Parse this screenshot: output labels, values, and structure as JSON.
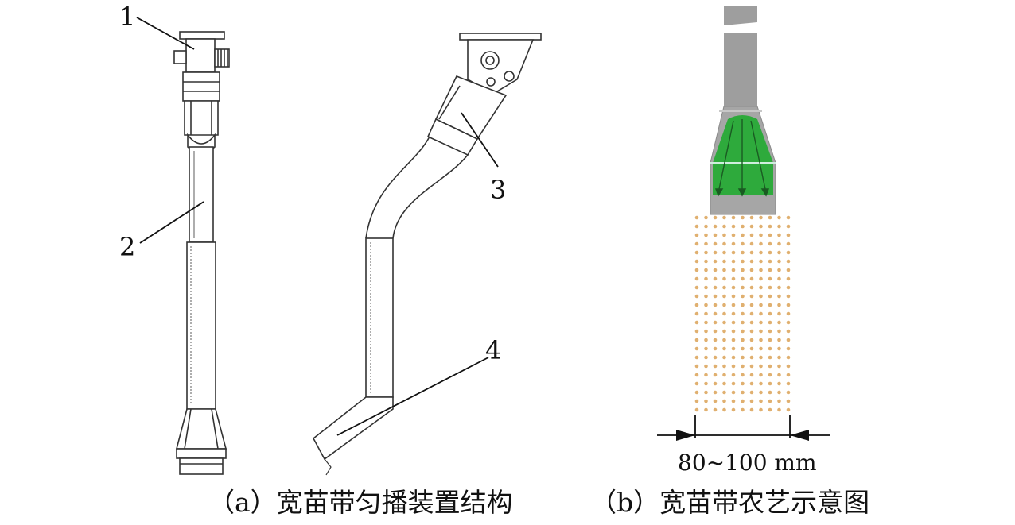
{
  "part_labels": [
    "1",
    "2",
    "3",
    "4"
  ],
  "dimension_label": "80~100 mm",
  "captions": {
    "a": "（a）宽苗带匀播装置结构",
    "b": "（b）宽苗带农艺示意图"
  },
  "colors": {
    "line": "#333333",
    "outlet_fill": "#9e9e9e",
    "seed_fan": "#2eaa3c",
    "seed_dots": "#e0b070"
  }
}
